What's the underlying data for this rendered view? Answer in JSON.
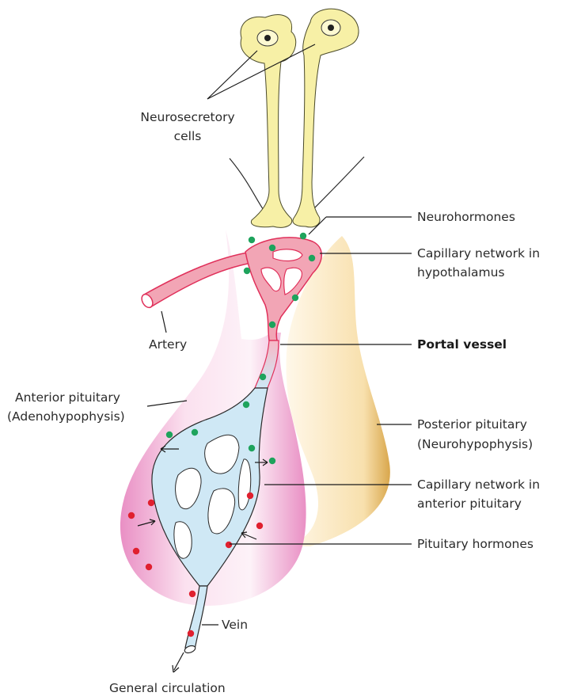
{
  "labels": {
    "neurosecretory_line1": "Neurosecretory",
    "neurosecretory_line2": "cells",
    "neurohormones": "Neurohormones",
    "cap_hypo_line1": "Capillary network in",
    "cap_hypo_line2": "hypothalamus",
    "artery": "Artery",
    "portal_vessel": "Portal vessel",
    "anterior_line1": "Anterior pituitary",
    "anterior_line2": "(Adenohypophysis)",
    "posterior_line1": "Posterior pituitary",
    "posterior_line2": "(Neurohypophysis)",
    "cap_ant_line1": "Capillary network in",
    "cap_ant_line2": "anterior pituitary",
    "pituitary_hormones": "Pituitary hormones",
    "vein": "Vein",
    "general_circulation": "General circulation"
  },
  "colors": {
    "neurosecretory_cell": "#f7f0a6",
    "hypothalamic_capillary": "#f2a5b5",
    "vessel_outline": "#e0305a",
    "anterior_capillary": "#cfe8f5",
    "anterior_pituitary_edge": "#e98fc4",
    "posterior_pituitary_edge": "#e8c27a",
    "neurohormone_dot": "#1ea35c",
    "pituitary_hormone_dot": "#e0202f"
  }
}
